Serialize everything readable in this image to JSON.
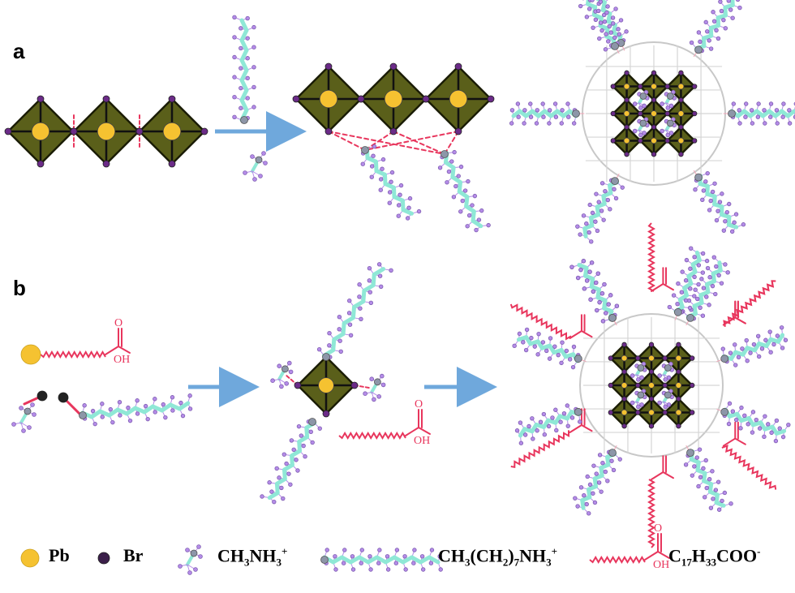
{
  "panels": {
    "a": "a",
    "b": "b"
  },
  "legend": {
    "pb": "Pb",
    "br": "Br",
    "methylammonium": {
      "main": "CH",
      "s1": "3",
      "mid": "NH",
      "s2": "3",
      "charge": "+"
    },
    "octylammonium": {
      "p1": "CH",
      "s1": "3",
      "p2": "(CH",
      "s2": "2",
      "p3": ")",
      "s3": "7",
      "p4": "NH",
      "s4": "3",
      "charge": "+"
    },
    "oleate": {
      "p1": "C",
      "s1": "17",
      "p2": "H",
      "s2": "33",
      "p3": "COO",
      "charge": "-"
    }
  },
  "acid_labels": {
    "oh": "OH",
    "o": "O"
  },
  "colors": {
    "octahedron": "#5a5f1a",
    "octahedron_edge": "#1b1d05",
    "lead": "#f5c231",
    "bromine": "#6b2b88",
    "arrow": "#6fa8dc",
    "hydrogen_bond": "#e8365d",
    "chain_carbon": "#8fe8d6",
    "chain_hydrogen": "#b58ce8",
    "nitrogen": "#8d96a8",
    "oleate_chain": "#e8365d",
    "nanocrystal_circle": "#c8c8c8"
  }
}
